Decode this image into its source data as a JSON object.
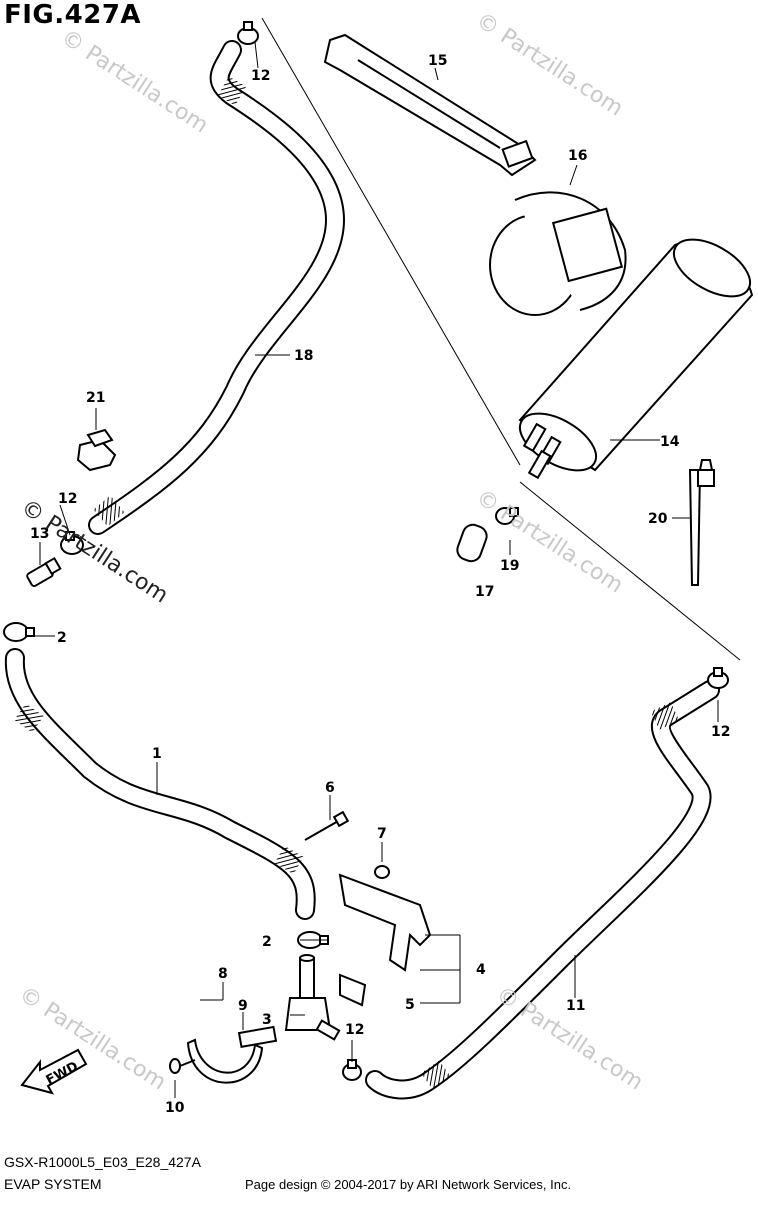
{
  "figure": {
    "title": "FIG.427A",
    "model_code": "GSX-R1000L5_E03_E28_427A",
    "system_name": "EVAP SYSTEM",
    "credit": "Page design © 2004-2017 by ARI Network Services, Inc."
  },
  "watermark": {
    "text": "© Partzilla.com"
  },
  "orientation": {
    "label": "FWD"
  },
  "callouts": {
    "c1": "1",
    "c2a": "2",
    "c2b": "2",
    "c3": "3",
    "c4": "4",
    "c5": "5",
    "c6": "6",
    "c7": "7",
    "c8": "8",
    "c9": "9",
    "c10": "10",
    "c11": "11",
    "c12a": "12",
    "c12b": "12",
    "c12c": "12",
    "c12d": "12",
    "c13": "13",
    "c14": "14",
    "c15": "15",
    "c16": "16",
    "c17": "17",
    "c18": "18",
    "c19": "19",
    "c20": "20",
    "c21": "21"
  }
}
